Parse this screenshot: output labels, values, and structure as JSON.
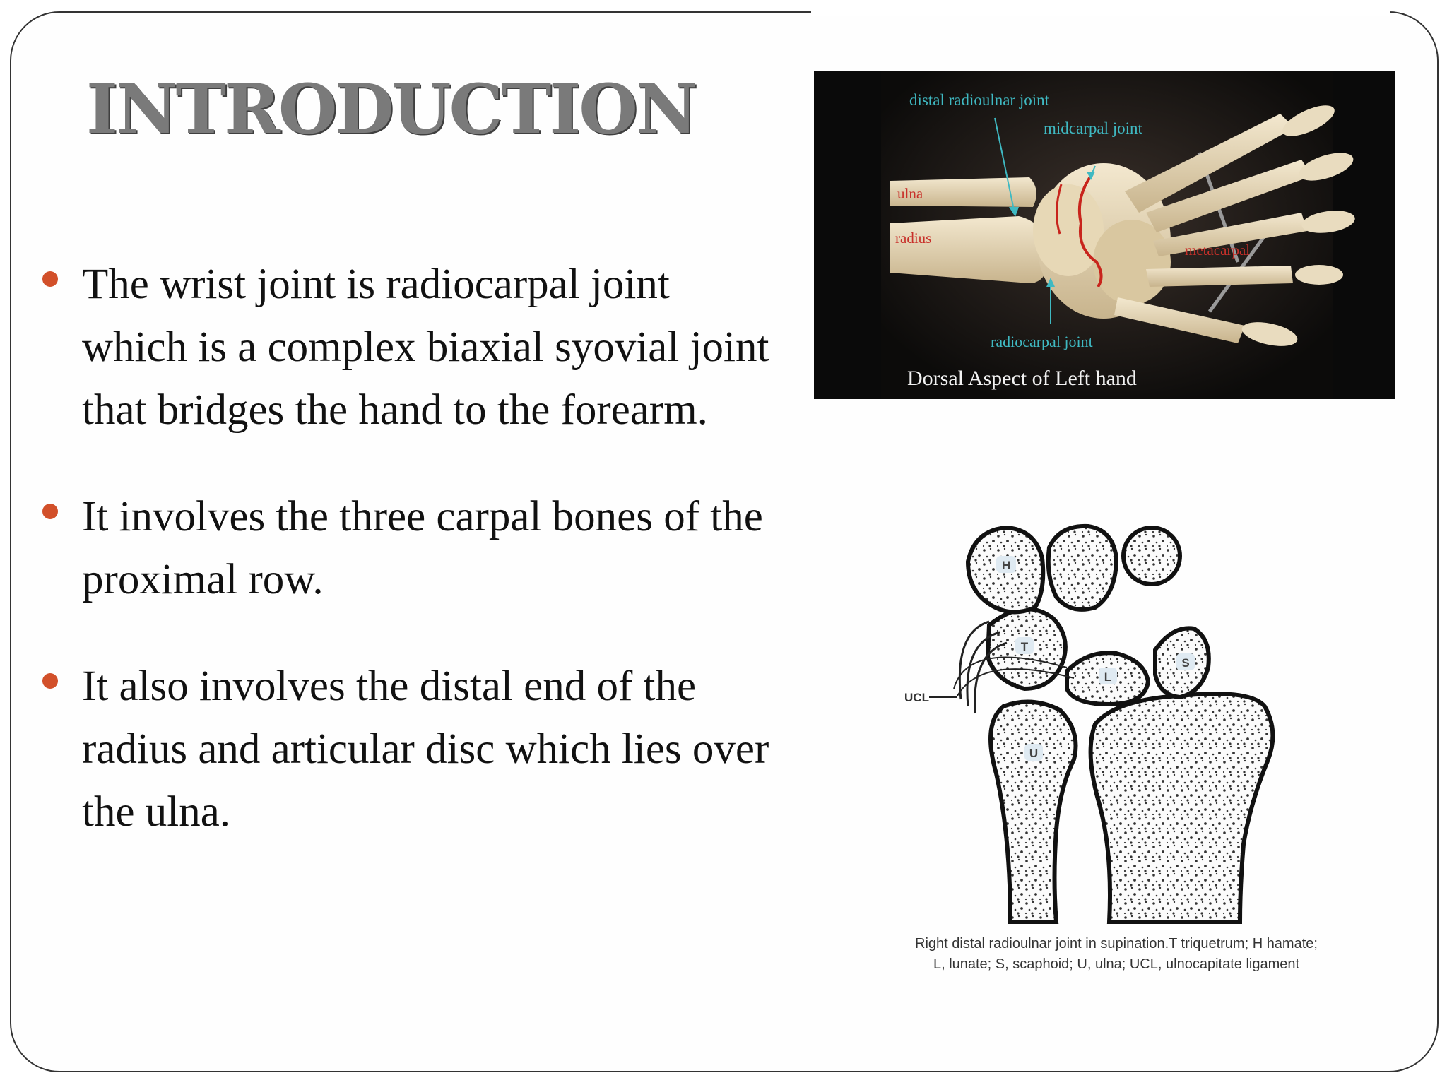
{
  "slide": {
    "title": "INTRODUCTION",
    "bullets": [
      "The wrist joint is radiocarpal joint which is a complex biaxial syovial joint that bridges the hand to the forearm.",
      "It involves the three carpal bones of the proximal row.",
      "It also involves the distal end of the radius and articular disc which lies over the ulna."
    ],
    "bullet_color": "#d2502a"
  },
  "photo": {
    "labels": {
      "distal_radioulnar": "distal radioulnar joint",
      "midcarpal": "midcarpal joint",
      "ulna": "ulna",
      "radius": "radius",
      "metacarpal": "metacarpal",
      "radiocarpal": "radiocarpal joint"
    },
    "caption": "Dorsal Aspect of Left hand",
    "label_color_cyan": "#3fb9c2",
    "label_color_red": "#c8302a"
  },
  "diagram": {
    "bone_labels": {
      "hamate": "H",
      "triquetrum": "T",
      "lunate": "L",
      "scaphoid": "S",
      "ulna": "U"
    },
    "ucl_label": "UCL",
    "caption_line1": "Right distal radioulnar joint in supination.T triquetrum; H hamate;",
    "caption_line2": "L, lunate; S, scaphoid; U, ulna; UCL, ulnocapitate ligament"
  }
}
